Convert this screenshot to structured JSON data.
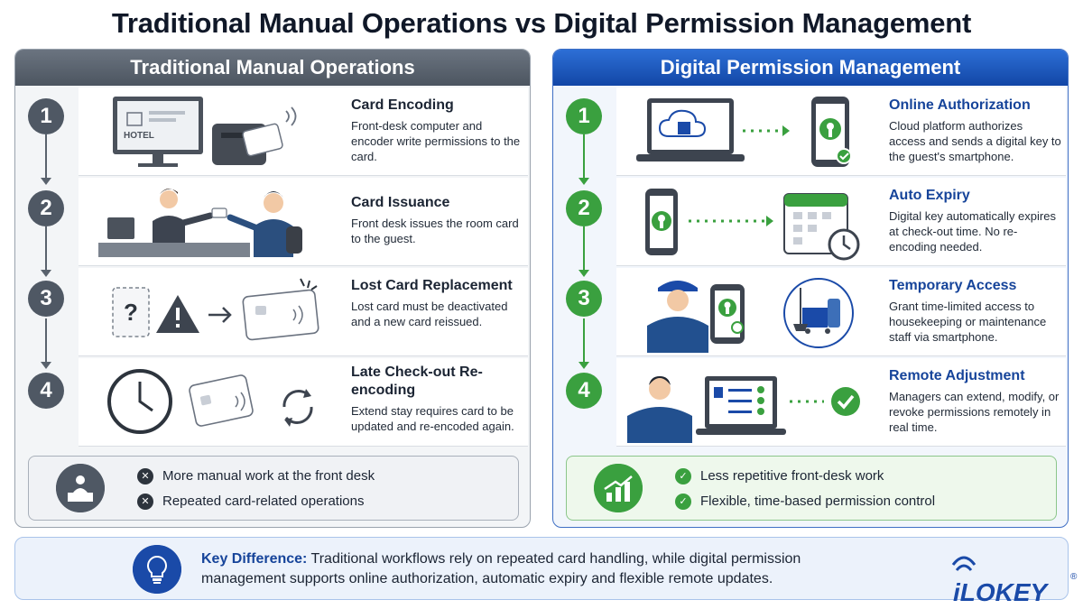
{
  "title": "Traditional Manual Operations vs Digital Permission Management",
  "left_panel": {
    "heading": "Traditional Manual Operations",
    "steps": [
      {
        "number": "1",
        "title": "Card Encoding",
        "desc": "Front-desk computer and encoder write permissions to the card.",
        "monitor_label": "HOTEL"
      },
      {
        "number": "2",
        "title": "Card Issuance",
        "desc": "Front desk issues the room card to the guest."
      },
      {
        "number": "3",
        "title": "Lost Card Replacement",
        "desc": "Lost card must be deactivated and a new card reissued.",
        "question_mark": "?"
      },
      {
        "number": "4",
        "title": "Late Check-out Re-encoding",
        "desc": "Extend stay requires card to be updated and re-encoded again."
      }
    ],
    "summary": [
      "More manual work at the front desk",
      "Repeated card-related operations"
    ]
  },
  "right_panel": {
    "heading": "Digital Permission Management",
    "steps": [
      {
        "number": "1",
        "title": "Online Authorization",
        "desc": "Cloud platform authorizes access and sends a digital key to the guest's smartphone."
      },
      {
        "number": "2",
        "title": "Auto Expiry",
        "desc": "Digital key automatically expires at check-out time. No re-encoding needed."
      },
      {
        "number": "3",
        "title": "Temporary Access",
        "desc": "Grant time-limited access to housekeeping or maintenance staff via smartphone."
      },
      {
        "number": "4",
        "title": "Remote Adjustment",
        "desc": "Managers can extend, modify, or revoke permissions remotely in real time."
      }
    ],
    "summary": [
      "Less repetitive front-desk work",
      "Flexible, time-based permission control"
    ]
  },
  "footer": {
    "label": "Key Difference:",
    "text": "Traditional workflows rely on repeated card handling, while digital permission management supports online authorization, automatic expiry and flexible remote updates."
  },
  "logo": {
    "text": "iLOKEY",
    "mark": "®"
  },
  "icons": {
    "encoder": "card-encoder-icon",
    "front_desk": "front-desk-staff-icon",
    "warning": "warning-icon",
    "clock": "clock-icon",
    "refresh": "refresh-icon",
    "cloud": "cloud-laptop-icon",
    "phone_key": "smartphone-key-icon",
    "calendar": "calendar-clock-icon",
    "staff": "maintenance-staff-icon",
    "cleaning": "cleaning-cart-icon",
    "manager": "manager-laptop-icon",
    "growth": "growth-chart-icon",
    "bulb": "lightbulb-icon"
  },
  "colors": {
    "traditional": "#4f5864",
    "digital_blue": "#1a4aa8",
    "digital_green": "#3aa03f"
  }
}
